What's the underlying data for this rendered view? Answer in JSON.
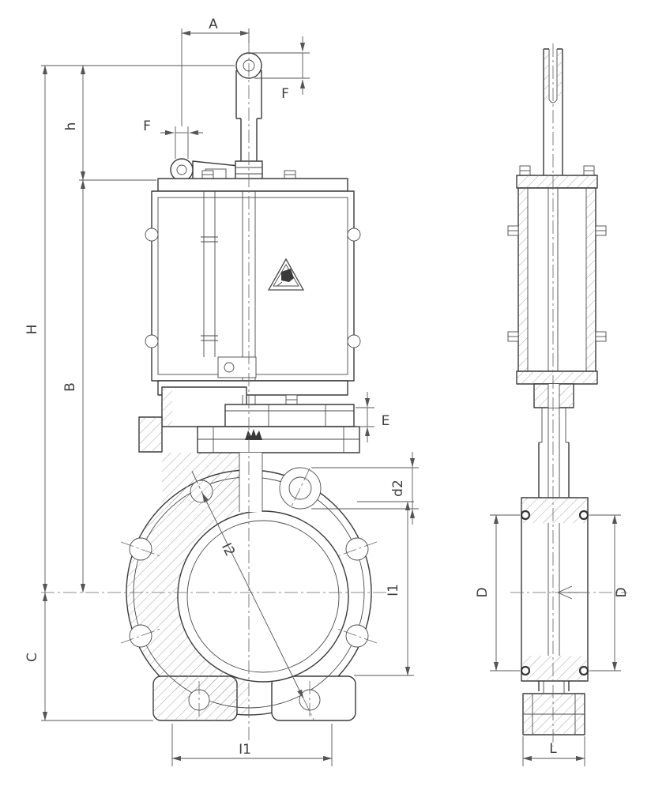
{
  "labels": {
    "A": "A",
    "F": "F",
    "h": "h",
    "H": "H",
    "B": "B",
    "C": "C",
    "E": "E",
    "d2": "d2",
    "I2": "I2",
    "I1": "I1",
    "D": "D",
    "L": "L"
  },
  "colors": {
    "line": "#3a3a3a",
    "dimension": "#555555",
    "hatch": "#909090",
    "background": "#ffffff"
  }
}
